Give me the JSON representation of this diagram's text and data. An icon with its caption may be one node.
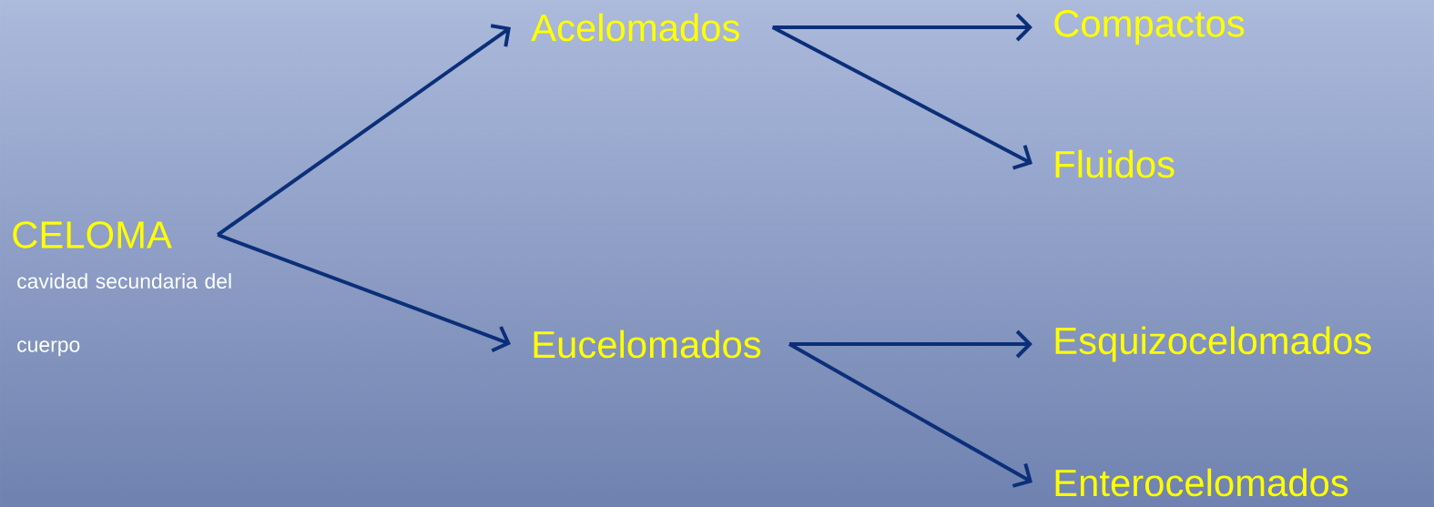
{
  "diagram": {
    "nodes": [
      {
        "text": [
          "CELOMA"
        ],
        "beside": [
          "cavidad secundaria del cuerpo"
        ]
      },
      {
        "text": [
          "Acelomados"
        ]
      },
      {
        "text": [
          "Eucelomados"
        ]
      },
      {
        "text": [
          "Compactos"
        ]
      },
      {
        "text": [
          "Fluidos"
        ]
      },
      {
        "text": [
          "Esquizocelomados"
        ]
      },
      {
        "text": [
          "Enterocelomados"
        ]
      }
    ],
    "edges": [
      {
        "from": 0,
        "to": 1,
        "arrow": "to"
      },
      {
        "from": 0,
        "to": 2,
        "arrow": "to"
      },
      {
        "from": 1,
        "to": 3,
        "arrow": "to"
      },
      {
        "from": 1,
        "to": 4,
        "arrow": "to"
      },
      {
        "from": 2,
        "to": 5,
        "arrow": "to"
      },
      {
        "from": 2,
        "to": 6,
        "arrow": "to"
      }
    ]
  }
}
